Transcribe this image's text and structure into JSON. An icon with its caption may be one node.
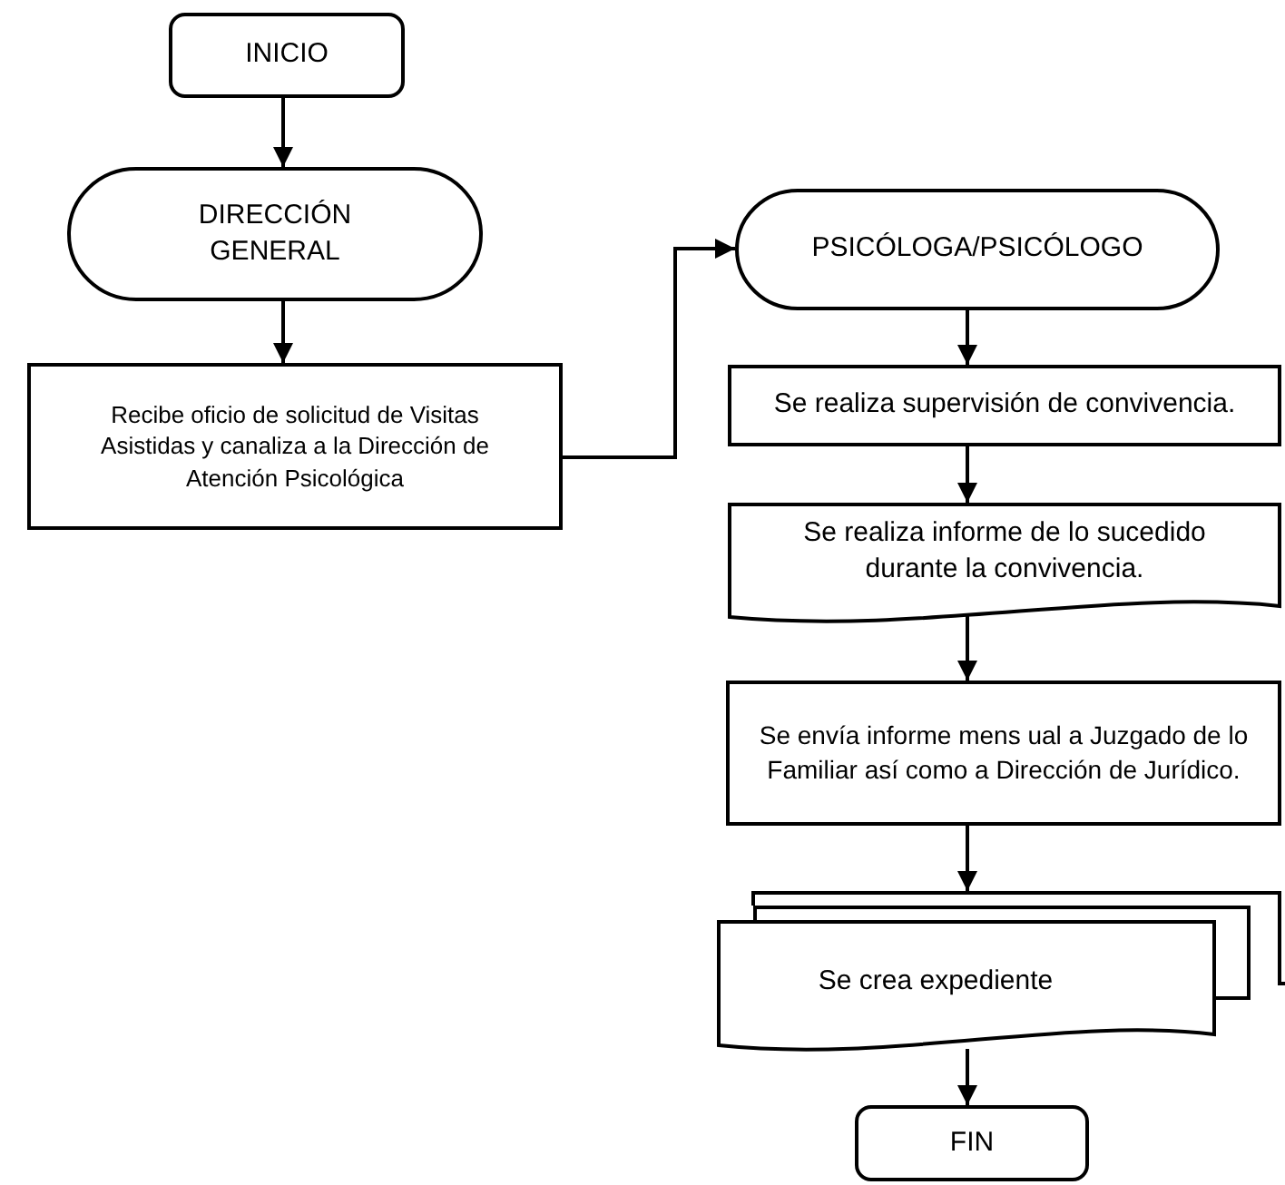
{
  "diagram": {
    "nodes": [
      {
        "text": [
          "INICIO"
        ]
      },
      {
        "text": [
          "DIRECCIÓN GENERAL"
        ]
      },
      {
        "text": [
          "Recibe oficio de solicitud de Visitas Asistidas y canaliza a la Dirección de Atención Psicológica"
        ]
      },
      {
        "text": [
          "PSICÓLOGA/PSICÓLOGO"
        ]
      },
      {
        "text": [
          "Se realiza supervisión de convivencia."
        ]
      },
      {
        "text": [
          "Se realiza informe de lo sucedido durante la convivencia."
        ]
      },
      {
        "text": [
          "Se envía informe mens ual a Juzgado de lo Familiar así como a Dirección de Jurídico."
        ]
      },
      {
        "text": [
          "Se crea expediente"
        ]
      },
      {
        "text": [
          "FIN"
        ]
      }
    ],
    "edges": [
      {
        "from": 0,
        "to": 1,
        "arrow": "to"
      },
      {
        "from": 1,
        "to": 2,
        "arrow": "to"
      },
      {
        "from": 2,
        "to": 3,
        "arrow": "to"
      },
      {
        "from": 3,
        "to": 4,
        "arrow": "to"
      },
      {
        "from": 4,
        "to": 5,
        "arrow": "to"
      },
      {
        "from": 5,
        "to": 6,
        "arrow": "to"
      },
      {
        "from": 6,
        "to": 7,
        "arrow": "to"
      },
      {
        "from": 7,
        "to": 8,
        "arrow": "to"
      }
    ]
  }
}
